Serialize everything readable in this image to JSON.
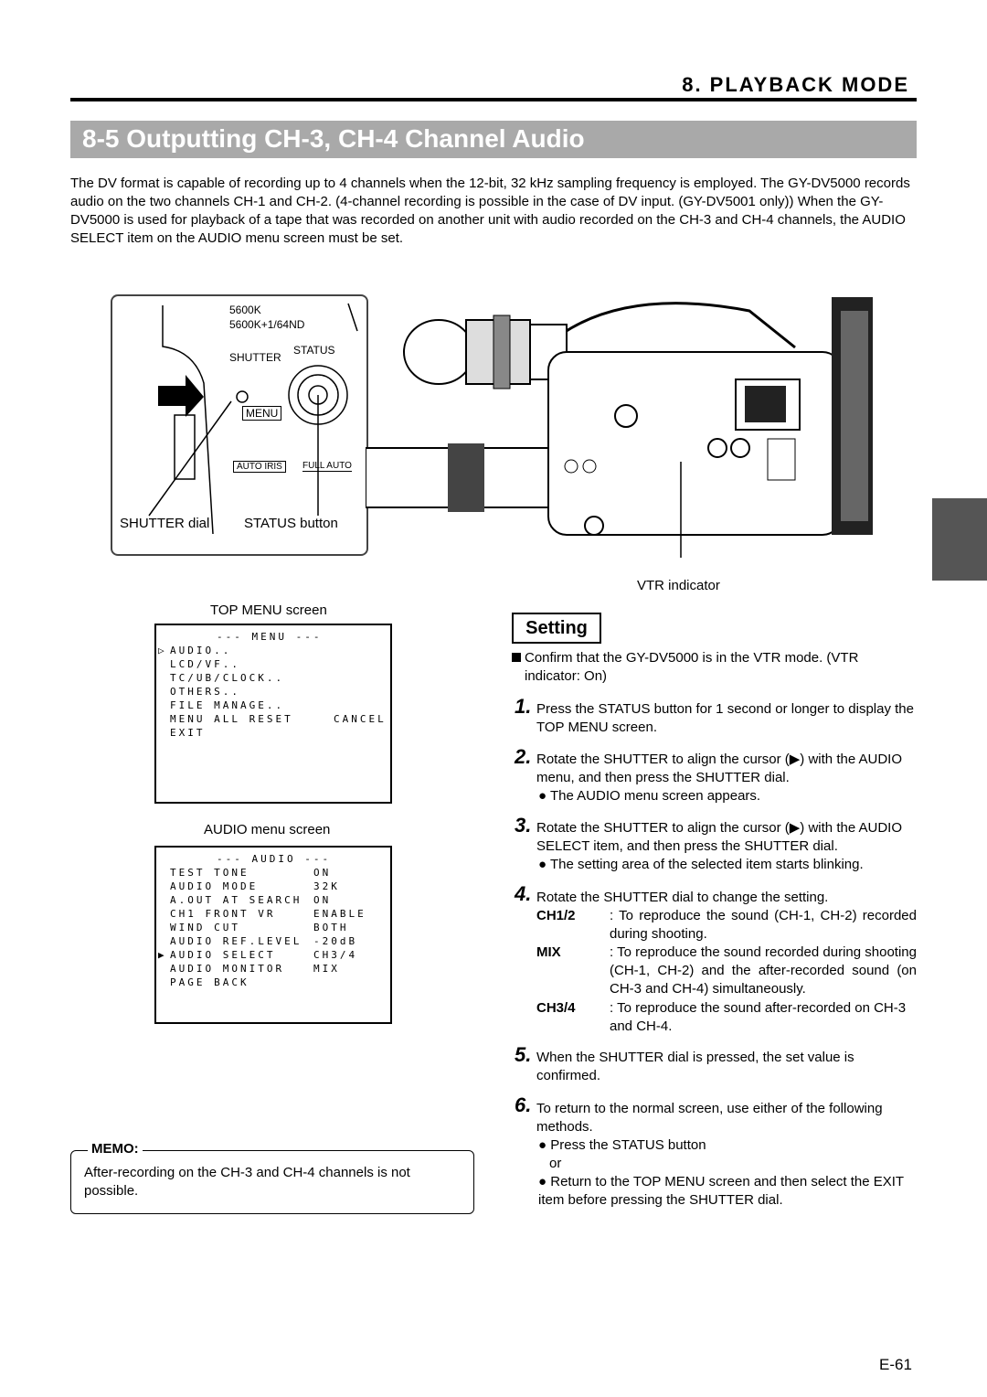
{
  "header": {
    "chapter": "8. PLAYBACK MODE",
    "section": "8-5 Outputting CH-3, CH-4 Channel Audio"
  },
  "intro": "The DV format is capable of recording up to 4 channels when the 12-bit, 32 kHz sampling frequency is employed. The GY-DV5000 records audio on the two channels CH-1 and CH-2. (4-channel recording is possible in the case of DV input. (GY-DV5001 only)) When the GY-DV5000 is used for playback of a tape that was recorded on another unit with audio recorded on the CH-3 and CH-4 channels, the AUDIO SELECT item on the AUDIO menu screen must be set.",
  "figure": {
    "inset": {
      "filter3": "5600K",
      "filter4": "5600K+1/64ND",
      "shutter": "SHUTTER",
      "status": "STATUS",
      "menu": "MENU",
      "auto_iris": "AUTO IRIS",
      "full_auto": "FULL AUTO"
    },
    "shutter_dial_label": "SHUTTER dial",
    "status_button_label": "STATUS button",
    "vtr_indicator_label": "VTR indicator"
  },
  "top_menu": {
    "caption": "TOP MENU screen",
    "title": "--- MENU ---",
    "cursor": "▷",
    "rows": [
      [
        "AUDIO..",
        ""
      ],
      [
        "LCD/VF..",
        ""
      ],
      [
        "TC/UB/CLOCK..",
        ""
      ],
      [
        "OTHERS..",
        ""
      ],
      [
        "FILE MANAGE..",
        ""
      ],
      [
        "MENU ALL RESET",
        "CANCEL"
      ],
      [
        "EXIT",
        ""
      ]
    ]
  },
  "audio_menu": {
    "caption": "AUDIO menu screen",
    "title": "--- AUDIO ---",
    "cursor": "▶",
    "rows": [
      [
        "TEST TONE",
        "ON"
      ],
      [
        "AUDIO MODE",
        "32K"
      ],
      [
        "A.OUT AT SEARCH",
        "ON"
      ],
      [
        "CH1 FRONT VR",
        "ENABLE"
      ],
      [
        "WIND CUT",
        "BOTH"
      ],
      [
        "AUDIO REF.LEVEL",
        "-20dB"
      ],
      [
        "AUDIO SELECT",
        "CH3/4"
      ],
      [
        "AUDIO MONITOR",
        "MIX"
      ],
      [
        "PAGE BACK",
        ""
      ]
    ]
  },
  "memo": {
    "label": "MEMO:",
    "text": "After-recording on the CH-3 and CH-4 channels is not possible."
  },
  "setting": {
    "title": "Setting",
    "prereq": "Confirm that the GY-DV5000 is in the VTR mode. (VTR indicator: On)",
    "steps": [
      {
        "num": "1.",
        "text": "Press the STATUS button for 1 second or longer to display the TOP MENU screen."
      },
      {
        "num": "2.",
        "text": "Rotate the SHUTTER to align the cursor (▶) with the AUDIO menu, and then press the SHUTTER dial.",
        "bullet": "The AUDIO menu screen appears."
      },
      {
        "num": "3.",
        "text": "Rotate the SHUTTER to align the cursor (▶) with the AUDIO SELECT item, and then press the SHUTTER dial.",
        "bullet": "The setting area of the selected item starts blinking."
      },
      {
        "num": "4.",
        "text": "Rotate the SHUTTER dial to change the setting."
      },
      {
        "num": "5.",
        "text": "When the SHUTTER dial is pressed, the set value is confirmed."
      },
      {
        "num": "6.",
        "text": "To return to the normal screen, use either of the following methods."
      }
    ],
    "options": [
      {
        "key": "CH1/2",
        "desc": ": To reproduce the sound (CH-1, CH-2) recorded during shooting."
      },
      {
        "key": "MIX",
        "desc": ": To reproduce the sound recorded during shooting (CH-1, CH-2) and the after-recorded sound (on CH-3 and CH-4) simultaneously."
      },
      {
        "key": "CH3/4",
        "desc": ": To reproduce the sound after-recorded on CH-3 and CH-4."
      }
    ],
    "methods": [
      "Press the STATUS button",
      "or",
      "Return to the TOP MENU screen and then select the EXIT item before pressing the SHUTTER dial."
    ]
  },
  "page_number": "E-61"
}
